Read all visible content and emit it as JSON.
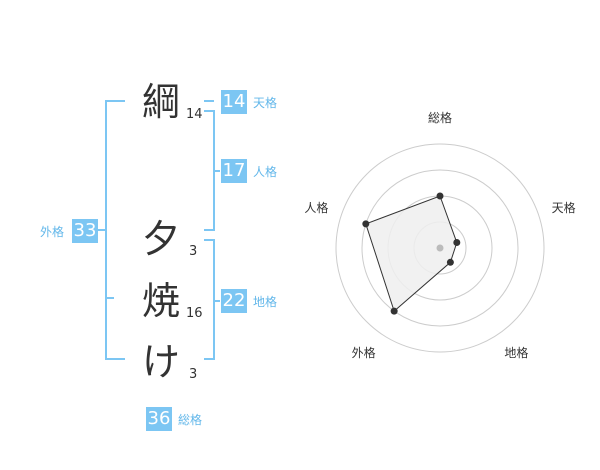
{
  "name": {
    "chars": [
      {
        "char": "綱",
        "strokes": "14"
      },
      {
        "char": "夕",
        "strokes": "3"
      },
      {
        "char": "焼",
        "strokes": "16"
      },
      {
        "char": "け",
        "strokes": "3"
      }
    ]
  },
  "fortune": {
    "tenkaku": {
      "value": "14",
      "label": "天格"
    },
    "jinkaku": {
      "value": "17",
      "label": "人格"
    },
    "chikaku": {
      "value": "22",
      "label": "地格"
    },
    "gaikaku": {
      "value": "33",
      "label": "外格"
    },
    "soukaku": {
      "value": "36",
      "label": "総格"
    }
  },
  "colors": {
    "accent": "#7cc6f3",
    "label": "#62b7ea",
    "text": "#333333",
    "line": "#cccccc",
    "fill": "#efefef"
  },
  "chart_data": {
    "type": "radar",
    "axes": [
      "総格",
      "天格",
      "地格",
      "外格",
      "人格"
    ],
    "rings": 4,
    "values": [
      0.5,
      0.17,
      0.17,
      0.75,
      0.75
    ],
    "max": 1
  }
}
